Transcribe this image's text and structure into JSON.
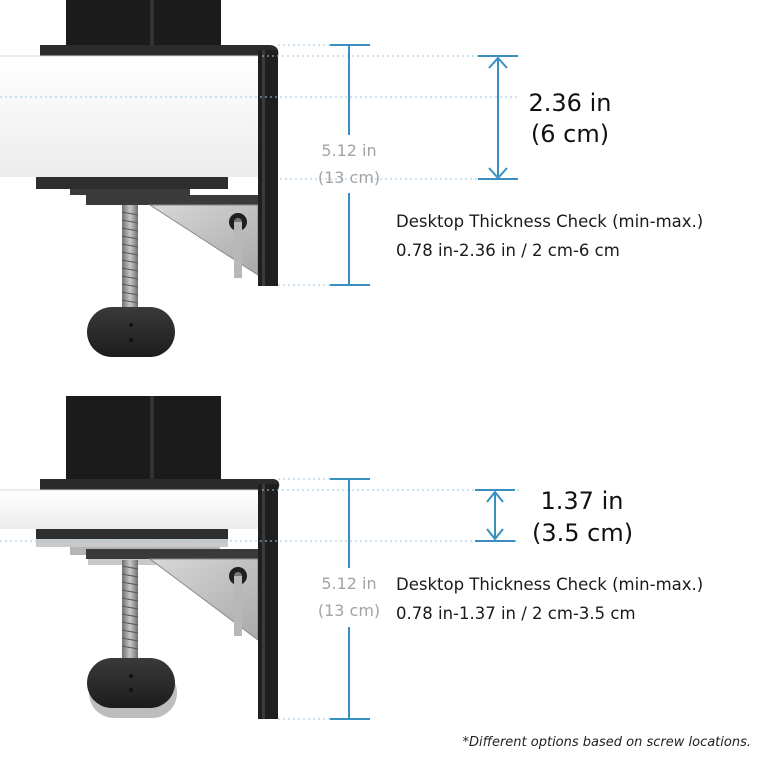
{
  "colors": {
    "dimension_line": "#3a8fc1",
    "guide_line": "#9cc6df",
    "hardware": "#2a2a2a",
    "desk": "#f4f4f4",
    "secondary_text": "#a3a3a3"
  },
  "top_panel": {
    "range_value_in": "2.36 in",
    "range_value_cm": "(6 cm)",
    "overall_in": "5.12 in",
    "overall_cm": "(13 cm)",
    "desc_line1": "Desktop Thickness Check (min-max.)",
    "desc_line2": "0.78 in-2.36 in / 2 cm-6 cm"
  },
  "bottom_panel": {
    "range_value_in": "1.37 in",
    "range_value_cm": "(3.5 cm)",
    "overall_in": "5.12 in",
    "overall_cm": "(13 cm)",
    "desc_line1": "Desktop Thickness Check (min-max.)",
    "desc_line2": "0.78 in-1.37 in / 2 cm-3.5 cm"
  },
  "footnote": "*Different options based on screw locations."
}
